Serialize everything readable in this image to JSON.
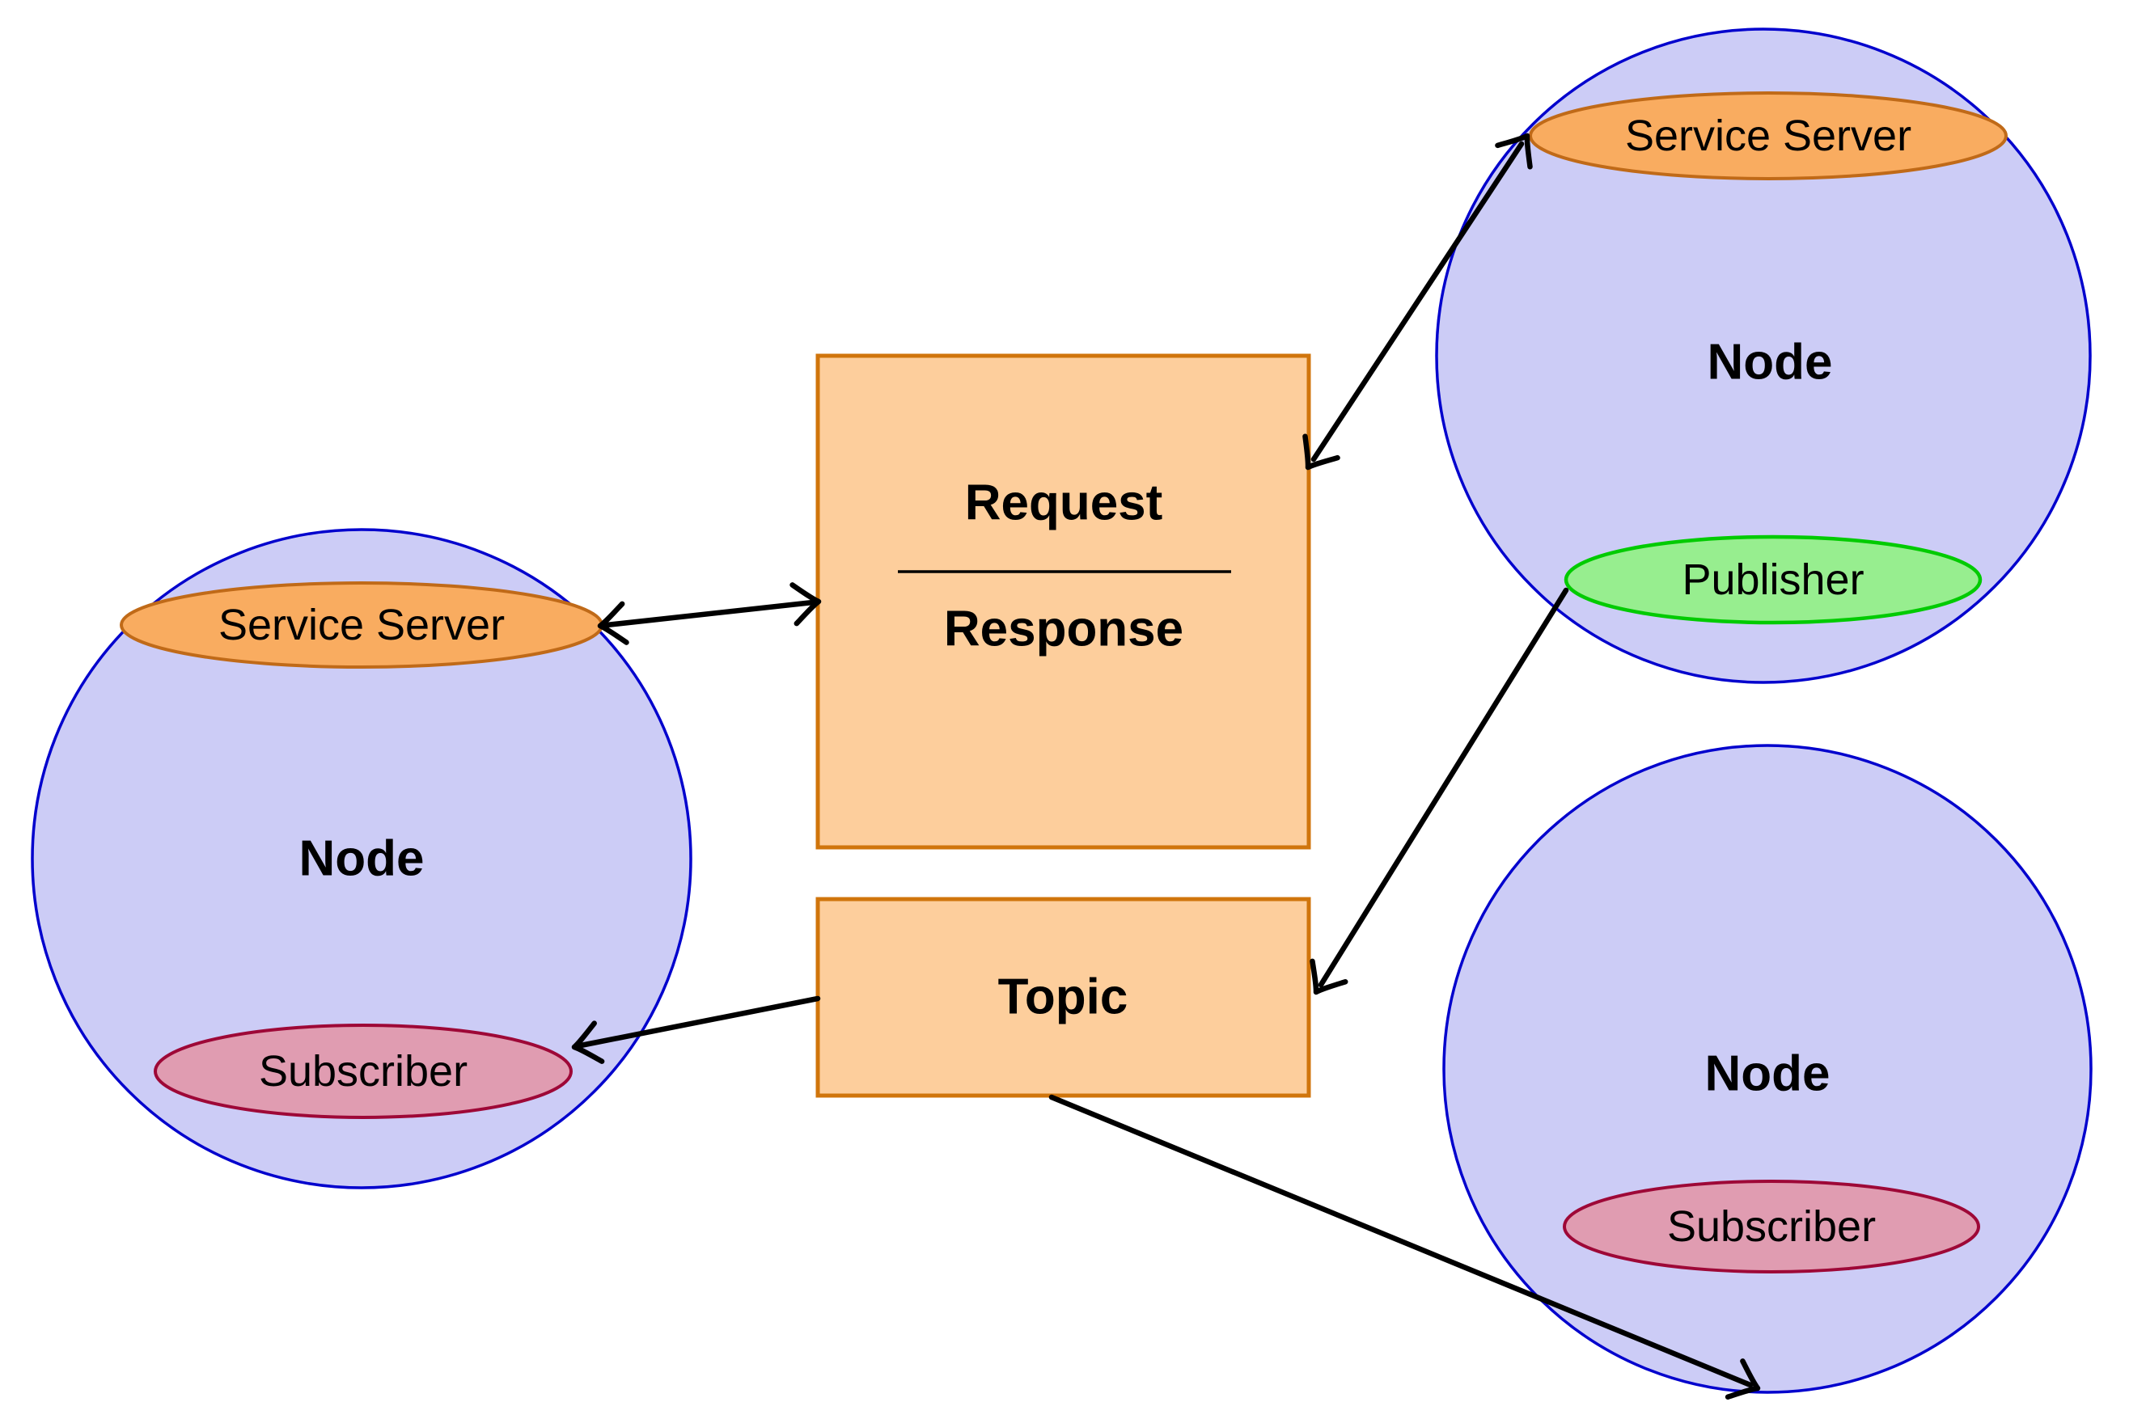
{
  "nodes": {
    "left": {
      "label": "Node",
      "service_server": "Service Server",
      "subscriber": "Subscriber"
    },
    "top_right": {
      "label": "Node",
      "service_server": "Service Server",
      "publisher": "Publisher"
    },
    "bottom_right": {
      "label": "Node",
      "subscriber": "Subscriber"
    }
  },
  "boxes": {
    "service": {
      "request": "Request",
      "response": "Response"
    },
    "topic": {
      "label": "Topic"
    }
  },
  "colors": {
    "background": "#ffffff",
    "node_fill": "#ccccf6",
    "node_stroke": "#0101cd",
    "service_server_fill": "#f9ac60",
    "service_server_stroke": "#c06a18",
    "publisher_fill": "#97ee8f",
    "publisher_stroke": "#01cb01",
    "subscriber_fill": "#e09cb1",
    "subscriber_stroke": "#9e0837",
    "box_fill": "#fdce9c",
    "box_stroke": "#d0750c",
    "arrow": "#000000",
    "text": "#000000"
  }
}
